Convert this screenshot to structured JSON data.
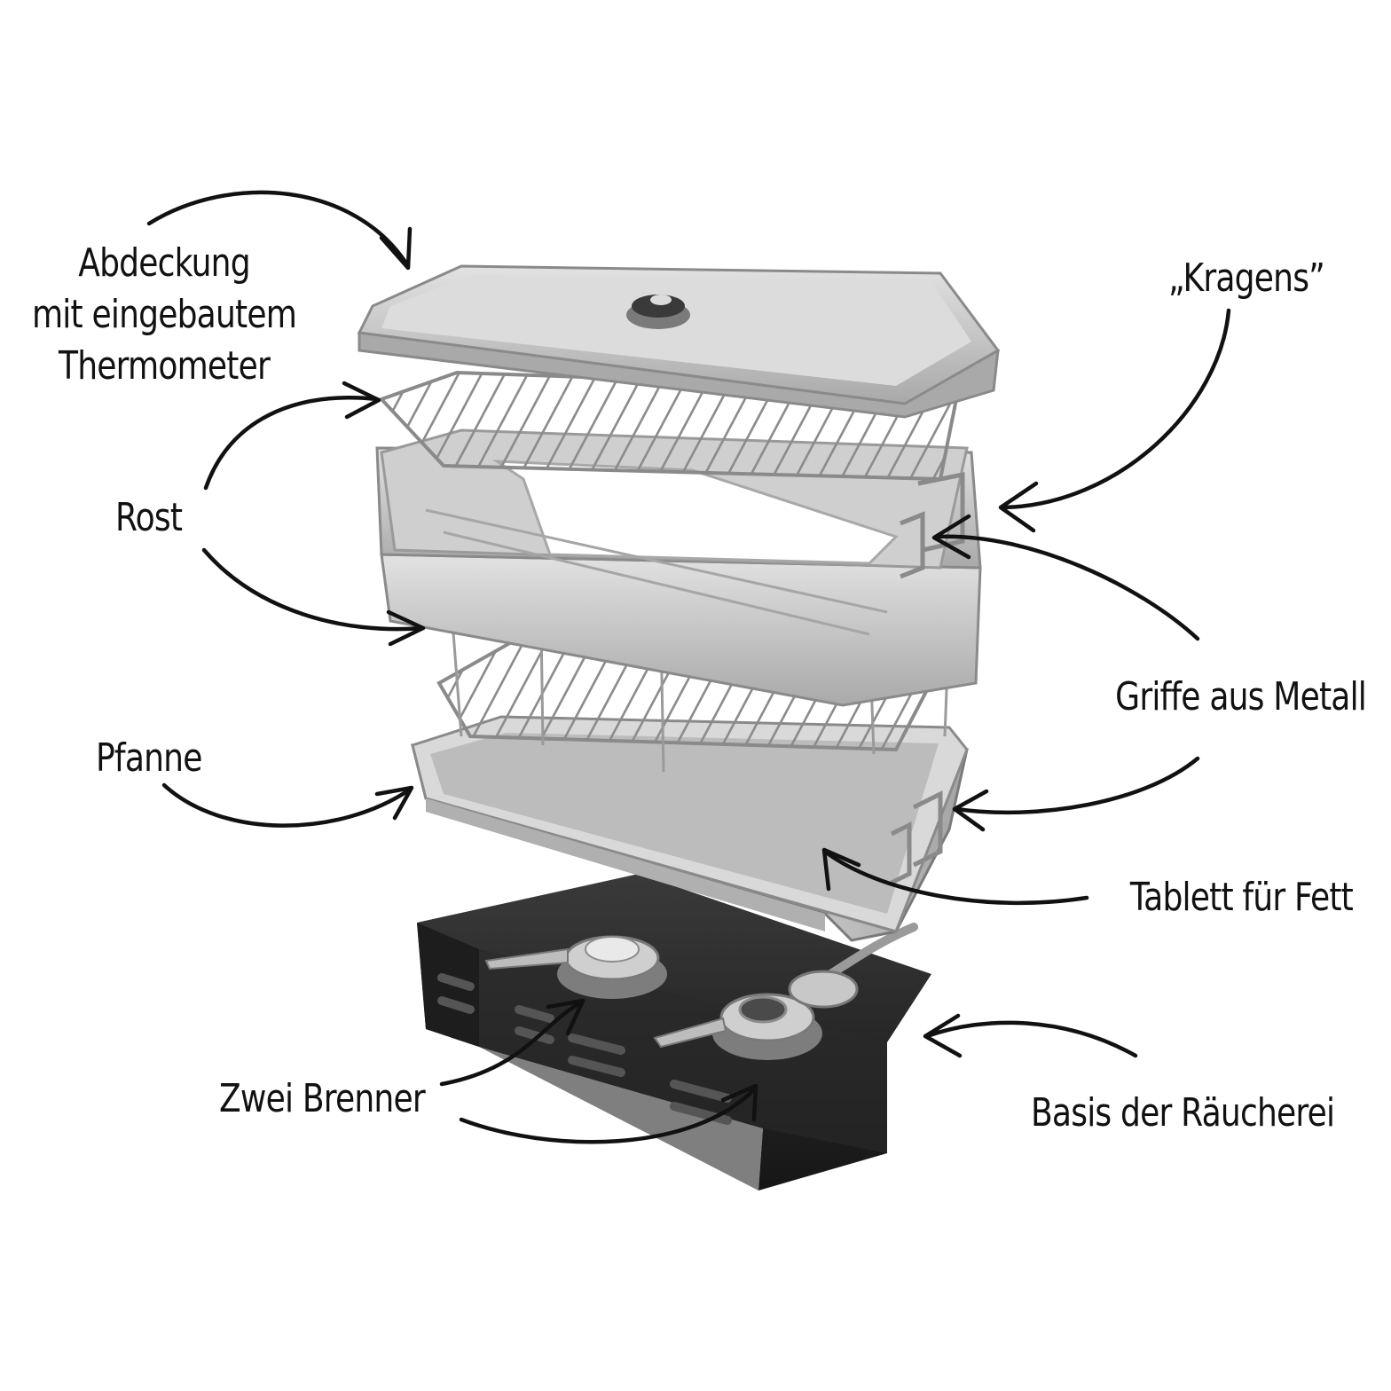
{
  "labels": {
    "lid_line1": "Abdeckung",
    "lid_line2": "mit eingebautem",
    "lid_line3": "Thermometer",
    "collar": "„Kragens”",
    "grate": "Rost",
    "handles": "Griffe aus Metall",
    "pan": "Pfanne",
    "grease_tray": "Tablett für Fett",
    "burners": "Zwei Brenner",
    "base": "Basis der Räucherei"
  },
  "colors": {
    "steel_light": "#d6d6d6",
    "steel_mid": "#b4b4b4",
    "steel_dark": "#8a8a8a",
    "base_black": "#262626",
    "ink": "#111111"
  }
}
